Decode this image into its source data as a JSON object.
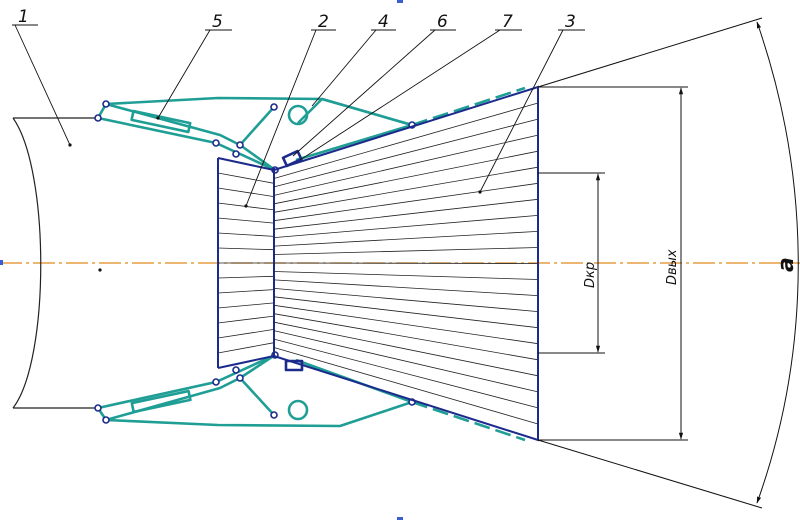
{
  "colors": {
    "mechanism": "#1f9e95",
    "nozzle": "#1c2a8c",
    "axis": "#e08a1e",
    "ink": "#111111"
  },
  "callouts": [
    "1",
    "2",
    "3",
    "4",
    "5",
    "6",
    "7"
  ],
  "dimensions": {
    "throat": "Dкр",
    "exit": "Dвых",
    "angle": "a"
  }
}
